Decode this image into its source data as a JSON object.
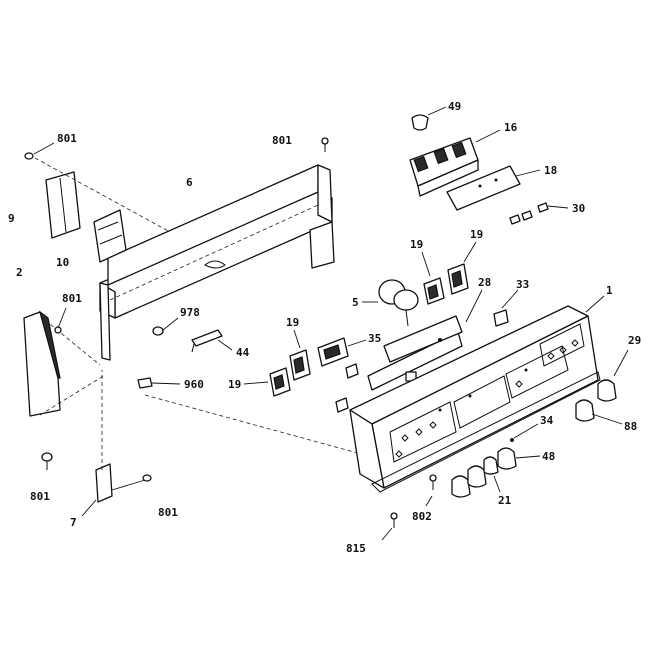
{
  "diagram": {
    "callouts": [
      {
        "id": "49",
        "text": "49"
      },
      {
        "id": "16",
        "text": "16"
      },
      {
        "id": "18",
        "text": "18"
      },
      {
        "id": "30",
        "text": "30"
      },
      {
        "id": "801a",
        "text": "801"
      },
      {
        "id": "801b",
        "text": "801"
      },
      {
        "id": "6",
        "text": "6"
      },
      {
        "id": "9",
        "text": "9"
      },
      {
        "id": "10",
        "text": "10"
      },
      {
        "id": "19a",
        "text": "19"
      },
      {
        "id": "19b",
        "text": "19"
      },
      {
        "id": "2",
        "text": "2"
      },
      {
        "id": "801c",
        "text": "801"
      },
      {
        "id": "978",
        "text": "978"
      },
      {
        "id": "28",
        "text": "28"
      },
      {
        "id": "33",
        "text": "33"
      },
      {
        "id": "1",
        "text": "1"
      },
      {
        "id": "5",
        "text": "5"
      },
      {
        "id": "19c",
        "text": "19"
      },
      {
        "id": "35",
        "text": "35"
      },
      {
        "id": "44",
        "text": "44"
      },
      {
        "id": "29",
        "text": "29"
      },
      {
        "id": "19d",
        "text": "19"
      },
      {
        "id": "960",
        "text": "960"
      },
      {
        "id": "34",
        "text": "34"
      },
      {
        "id": "88",
        "text": "88"
      },
      {
        "id": "48",
        "text": "48"
      },
      {
        "id": "801d",
        "text": "801"
      },
      {
        "id": "21",
        "text": "21"
      },
      {
        "id": "801e",
        "text": "801"
      },
      {
        "id": "7",
        "text": "7"
      },
      {
        "id": "802",
        "text": "802"
      },
      {
        "id": "815",
        "text": "815"
      }
    ]
  }
}
